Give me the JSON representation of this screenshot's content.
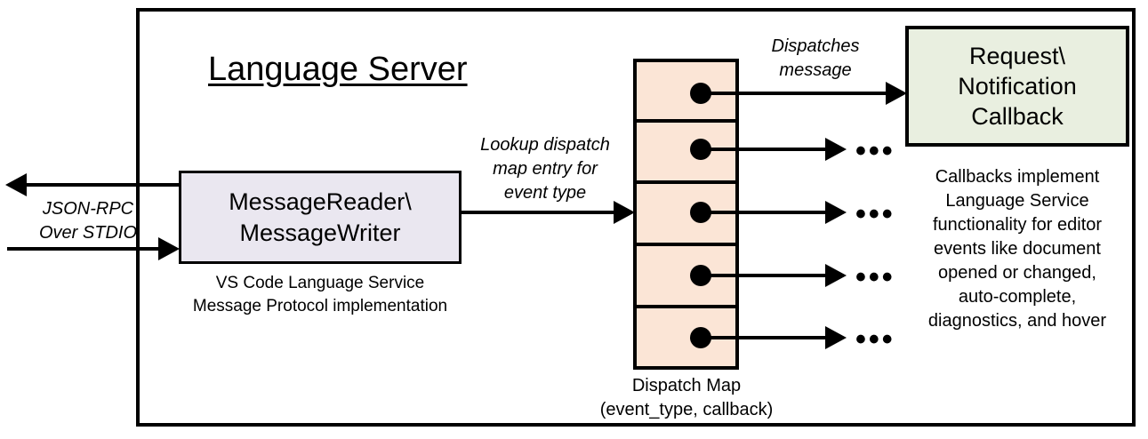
{
  "diagram": {
    "title": "Language Server",
    "boxes": {
      "message_io": {
        "line1": "MessageReader\\",
        "line2": "MessageWriter",
        "caption_line1": "VS Code Language Service",
        "caption_line2": "Message Protocol implementation",
        "fill_color": "#EAE7F0"
      },
      "dispatch_map": {
        "caption_line1": "Dispatch Map",
        "caption_line2": "(event_type, callback)",
        "fill_color": "#FBE5D6",
        "row_count": 5
      },
      "callback": {
        "line1": "Request\\",
        "line2": "Notification",
        "line3": "Callback",
        "fill_color": "#E9EFE0",
        "caption_line1": "Callbacks implement",
        "caption_line2": "Language Service",
        "caption_line3": "functionality for editor",
        "caption_line4": "events like document",
        "caption_line5": "opened or changed,",
        "caption_line6": "auto-complete,",
        "caption_line7": "diagnostics, and hover"
      }
    },
    "annotations": {
      "jsonrpc_line1": "JSON-RPC",
      "jsonrpc_line2": "Over STDIO",
      "lookup_line1": "Lookup dispatch",
      "lookup_line2": "map entry for",
      "lookup_line3": "event type",
      "dispatches_line1": "Dispatches",
      "dispatches_line2": "message"
    },
    "ellipsis": "•••"
  }
}
